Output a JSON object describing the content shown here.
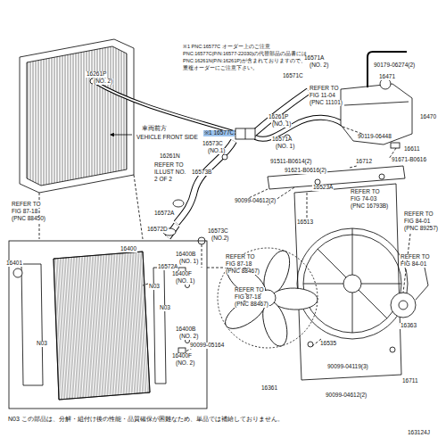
{
  "diagram": {
    "labels": [
      "※1 PNC:16577C オーダー上のご注意",
      "PNC:16577C(P/N:16577-22030)の代替部品の品番には",
      "PNC:16261N(P/N:16261P)が含まれておりますので、",
      "重複オーダーにご注意下さい。",
      "16261P",
      "(NO. 2)",
      "16261N",
      "車両前方",
      "VEHICLE FRONT SIDE",
      "REFER TO",
      "FIG 87-18",
      "(PNC 88450)",
      "※1 16577C",
      "16573C",
      "(NO.1)",
      "16571A",
      "(NO. 2)",
      "16571C",
      "REFER TO",
      "FIG 11-04",
      "(PNC 11101)",
      "16261P",
      "(NO. 1)",
      "16571A",
      "(NO. 1)",
      "91511-B0614(2)",
      "91621-B0616(2)",
      "90179-06274(2)",
      "16471",
      "16470",
      "90119-06448",
      "16611",
      "91671-B0616",
      "16712",
      "16523A",
      "90099-04612(2)",
      "REFER TO",
      "FIG 74-03",
      "(PNC 16793B)",
      "REFER TO",
      "FIG 84-01",
      "(PNC 89257)",
      "REFER TO",
      "ILLUST NO.",
      "2 OF 2",
      "16573B",
      "16572A",
      "16572D",
      "16573C",
      "(NO.2)",
      "16400",
      "16572A",
      "16401",
      "N03",
      "N03",
      "16400B",
      "(NO. 1)",
      "16513",
      "REFER TO",
      "FIG 87-18",
      "(PNC 88467)",
      "REFER TO",
      "FIG 87-18",
      "(PNC 88467)",
      "REFER TO",
      "FIG 84-01",
      "N03",
      "16400B",
      "(NO. 2)",
      "16400F",
      "(NO. 1)",
      "16400F",
      "(NO. 2)",
      "90099-05164",
      "16535",
      "16363",
      "90099-04119(3)",
      "16711",
      "16361",
      "90099-04612(2)",
      "N03 この部品は、分解・組付け後の性能・品質確保が困難なため、単品では補給しておりません。",
      "163124J"
    ]
  }
}
